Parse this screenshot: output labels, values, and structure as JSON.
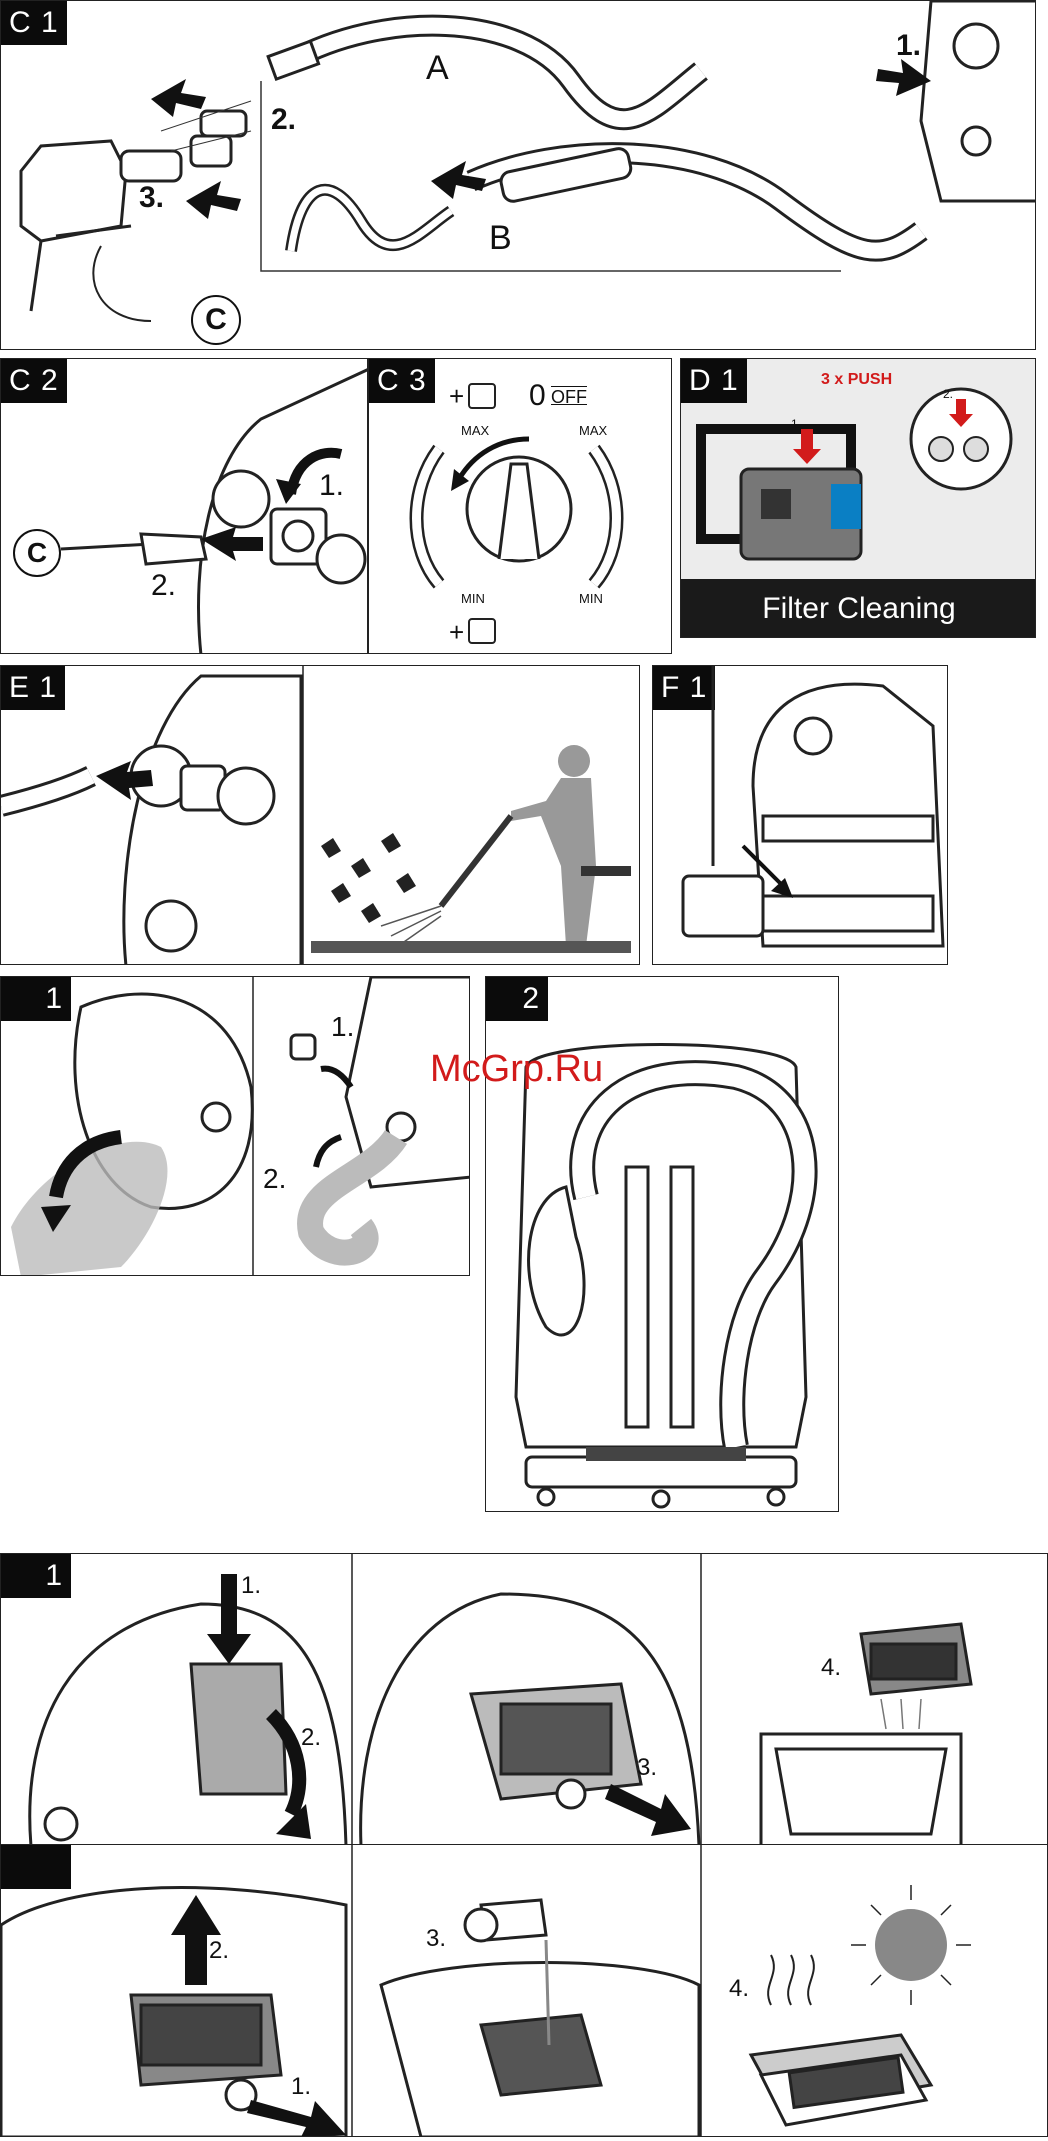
{
  "c1": {
    "tag": "C 1",
    "label_a": "A",
    "label_b": "B",
    "step1": "1.",
    "step2": "2.",
    "step3": "3.",
    "connector": "C"
  },
  "c2": {
    "tag": "C 2",
    "connector": "C",
    "step1": "1.",
    "step2": "2."
  },
  "c3": {
    "tag": "C 3",
    "zero": "0",
    "off": "OFF",
    "max_left": "MAX",
    "max_right": "MAX",
    "min_left": "MIN",
    "min_right": "MIN",
    "plus": "+"
  },
  "d1": {
    "tag": "D 1",
    "push": "3 x PUSH",
    "step1": "1.",
    "step2": "2.",
    "caption": "Filter Cleaning"
  },
  "e1": {
    "tag": "E 1"
  },
  "f1": {
    "tag": "F 1"
  },
  "g1": {
    "tag": "1",
    "step1": "1.",
    "step2": "2."
  },
  "g2": {
    "tag": "2"
  },
  "watermark": "McGrp.Ru",
  "h1": {
    "tag": "1",
    "step1": "1.",
    "step2": "2.",
    "step3": "3.",
    "step4": "4."
  },
  "h2": {
    "step1": "1.",
    "step2": "2.",
    "step3": "3.",
    "step4": "4."
  }
}
